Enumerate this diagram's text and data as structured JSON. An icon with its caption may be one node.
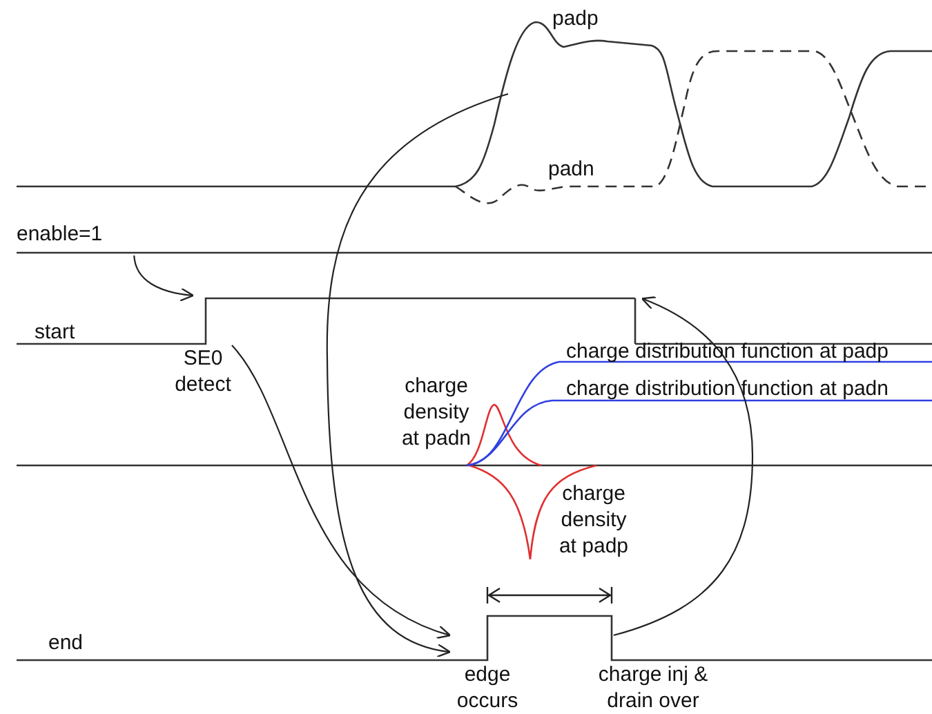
{
  "diagram": {
    "nodes": [
      {
        "text": [
          "padp"
        ]
      },
      {
        "text": [
          "enable=1"
        ]
      },
      {
        "text": [
          "start"
        ]
      },
      {
        "text": [
          "end"
        ]
      },
      {
        "text": [
          "edge occurs"
        ]
      },
      {
        "text": [
          "charge inj & drain over"
        ]
      },
      {
        "text": [],
        "shape": "line"
      }
    ],
    "edges": [
      {
        "from": 1,
        "to": 2,
        "arrow": "to"
      },
      {
        "from": 2,
        "to": 4,
        "arrow": "to"
      },
      {
        "from": 0,
        "to": 4,
        "arrow": "to"
      },
      {
        "from": 5,
        "to": 6,
        "arrow": "to"
      }
    ],
    "labels": [
      "padn",
      "SE0 detect",
      "charge distribution function at padp",
      "charge distribution function at padn",
      "charge density at padn",
      "charge density at padp"
    ]
  }
}
